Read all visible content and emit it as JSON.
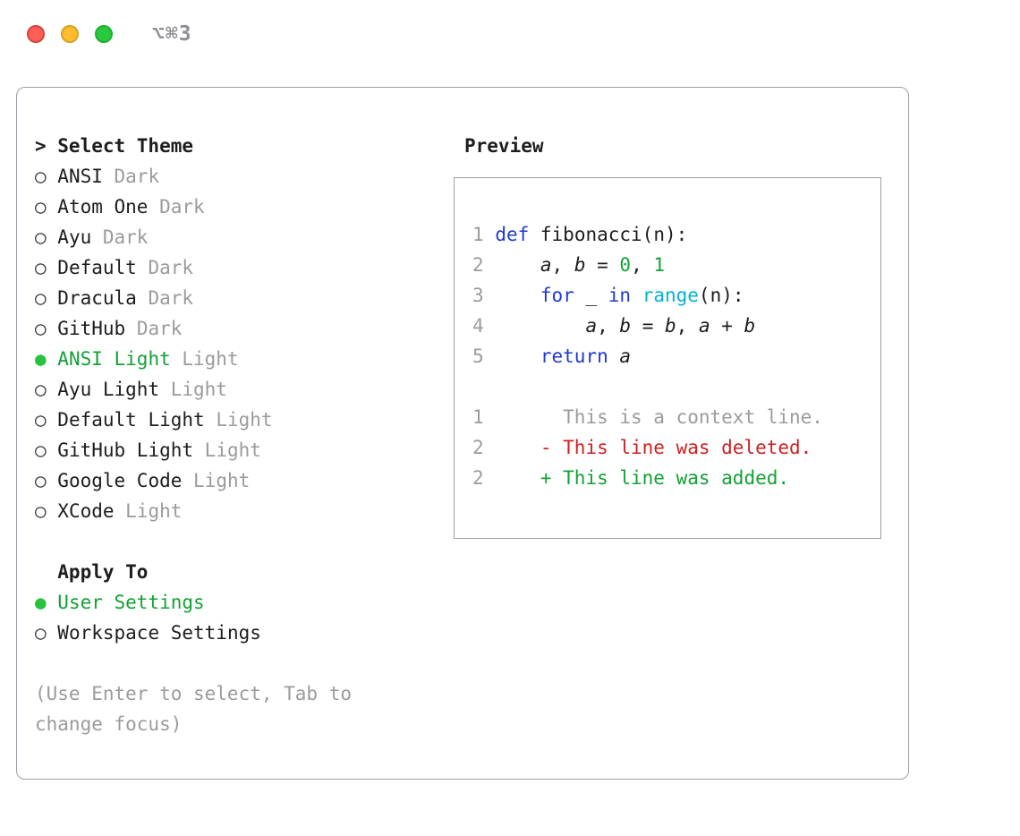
{
  "window": {
    "shortcut": "⌥⌘3"
  },
  "panel": {
    "selector": {
      "title": "> Select Theme",
      "items": [
        {
          "name": "ANSI",
          "variant": "Dark",
          "selected": false
        },
        {
          "name": "Atom One",
          "variant": "Dark",
          "selected": false
        },
        {
          "name": "Ayu",
          "variant": "Dark",
          "selected": false
        },
        {
          "name": "Default",
          "variant": "Dark",
          "selected": false
        },
        {
          "name": "Dracula",
          "variant": "Dark",
          "selected": false
        },
        {
          "name": "GitHub",
          "variant": "Dark",
          "selected": false
        },
        {
          "name": "ANSI Light",
          "variant": "Light",
          "selected": true
        },
        {
          "name": "Ayu Light",
          "variant": "Light",
          "selected": false
        },
        {
          "name": "Default Light",
          "variant": "Light",
          "selected": false
        },
        {
          "name": "GitHub Light",
          "variant": "Light",
          "selected": false
        },
        {
          "name": "Google Code",
          "variant": "Light",
          "selected": false
        },
        {
          "name": "XCode",
          "variant": "Light",
          "selected": false
        }
      ]
    },
    "apply_to": {
      "title": "Apply To",
      "options": [
        {
          "name": "User Settings",
          "selected": true
        },
        {
          "name": "Workspace Settings",
          "selected": false
        }
      ]
    },
    "hint": "(Use Enter to select, Tab to change focus)",
    "preview": {
      "title": "Preview",
      "lines": [
        {
          "num": "1",
          "tokens": [
            [
              " ",
              "pl"
            ],
            [
              "def",
              "kw"
            ],
            [
              " fibonacci(n):",
              "pl"
            ]
          ]
        },
        {
          "num": "2",
          "tokens": [
            [
              "     ",
              "pl"
            ],
            [
              "a",
              "var"
            ],
            [
              ", ",
              "pl"
            ],
            [
              "b",
              "var"
            ],
            [
              " = ",
              "pl"
            ],
            [
              "0",
              "lit"
            ],
            [
              ", ",
              "pl"
            ],
            [
              "1",
              "lit"
            ]
          ]
        },
        {
          "num": "3",
          "tokens": [
            [
              "     ",
              "pl"
            ],
            [
              "for",
              "kw"
            ],
            [
              " _ ",
              "pl"
            ],
            [
              "in",
              "kw"
            ],
            [
              " ",
              "pl"
            ],
            [
              "range",
              "fn"
            ],
            [
              "(n):",
              "pl"
            ]
          ]
        },
        {
          "num": "4",
          "tokens": [
            [
              "         ",
              "pl"
            ],
            [
              "a",
              "var"
            ],
            [
              ", ",
              "pl"
            ],
            [
              "b",
              "var"
            ],
            [
              " = ",
              "pl"
            ],
            [
              "b",
              "var"
            ],
            [
              ", ",
              "pl"
            ],
            [
              "a",
              "var"
            ],
            [
              " + ",
              "pl"
            ],
            [
              "b",
              "var"
            ]
          ]
        },
        {
          "num": "5",
          "tokens": [
            [
              "     ",
              "pl"
            ],
            [
              "return",
              "kw"
            ],
            [
              " ",
              "pl"
            ],
            [
              "a",
              "var"
            ]
          ]
        },
        {
          "num": "",
          "tokens": []
        },
        {
          "num": "1",
          "tokens": [
            [
              "       This is a context line.",
              "ctx"
            ]
          ]
        },
        {
          "num": "2",
          "tokens": [
            [
              "     - This line was deleted.",
              "del"
            ]
          ]
        },
        {
          "num": "2",
          "tokens": [
            [
              "     + This line was added.",
              "add"
            ]
          ]
        }
      ]
    }
  },
  "icons": {
    "radio_unselected": "○",
    "radio_selected": "●"
  },
  "colors": {
    "accent_green": "#12a135",
    "radio_green": "#28c23f",
    "keyword_blue": "#2139d4",
    "builtin_cyan": "#00b3d7",
    "deleted_red": "#cd2121",
    "muted_gray": "#9b9b9b"
  }
}
